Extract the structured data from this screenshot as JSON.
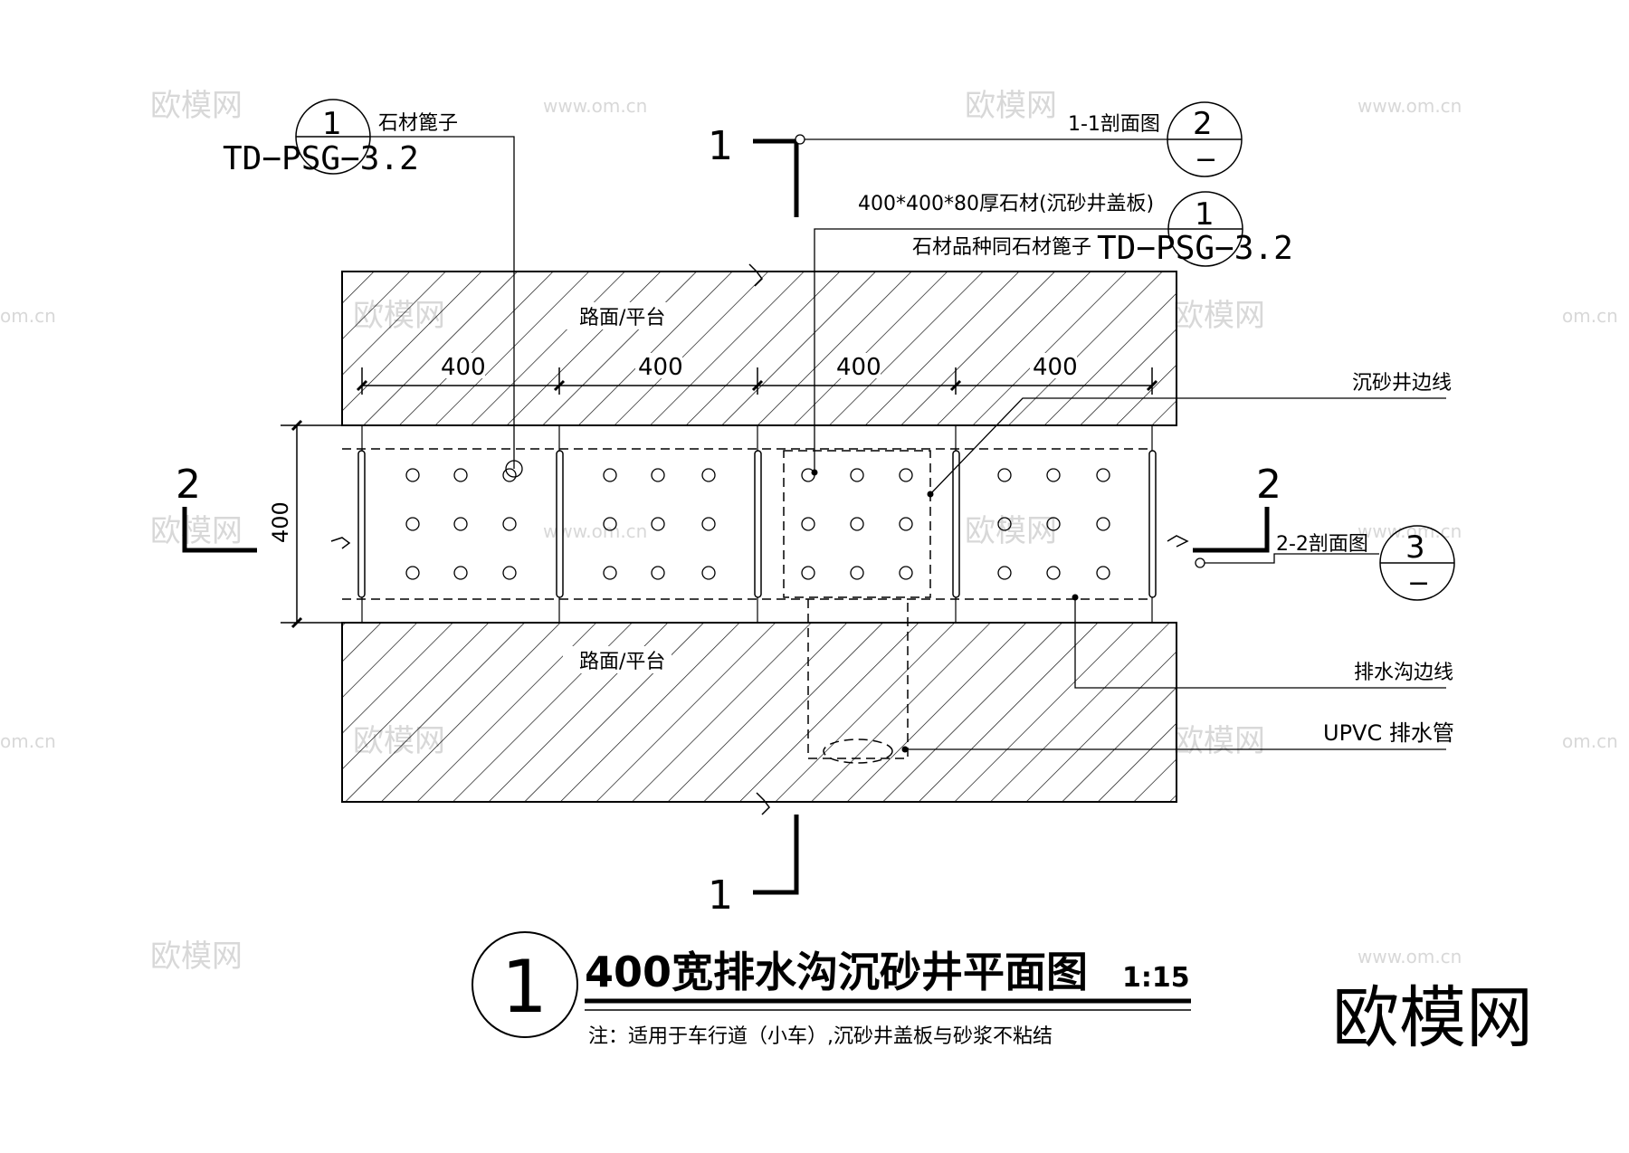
{
  "drawing": {
    "title_number": "1",
    "title": "400宽排水沟沉砂井平面图",
    "scale": "1:15",
    "note": "注：适用于车行道（小车）,沉砂井盖板与砂浆不粘结"
  },
  "callouts": {
    "stone_grate": {
      "label": "石材篦子",
      "bubble_num": "1",
      "ref": "TD−PSG−3.2"
    },
    "section_1": {
      "label": "1-1剖面图",
      "bubble_num": "2",
      "bubble_sub": "−"
    },
    "cover": {
      "label": "400*400*80厚石材(沉砂井盖板)",
      "label2": "石材品种同石材篦子",
      "bubble_num": "1",
      "ref": "TD−PSG−3.2"
    },
    "section_2": {
      "label": "2-2剖面图",
      "bubble_num": "3",
      "bubble_sub": "−"
    }
  },
  "labels": {
    "road_top": "路面/平台",
    "road_bottom": "路面/平台",
    "sand_well_edge": "沉砂井边线",
    "drain_edge": "排水沟边线",
    "upvc_pipe": "UPVC 排水管"
  },
  "dimensions": {
    "segments": [
      "400",
      "400",
      "400",
      "400"
    ],
    "width": "400"
  },
  "section_marks": {
    "mark_1": "1",
    "mark_2": "2"
  },
  "watermark": {
    "brand": "欧模网",
    "url": "www.om.cn",
    "url_partial": "om.cn"
  }
}
